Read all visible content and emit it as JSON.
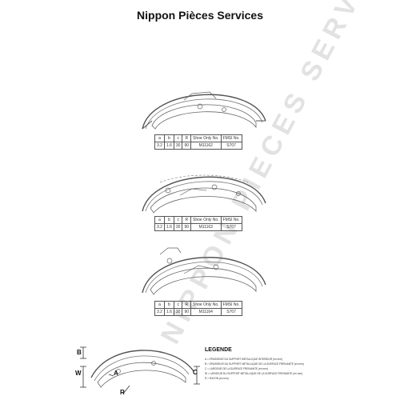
{
  "header": {
    "title": "Nippon Pièces Services"
  },
  "watermark": "NIPPON PIECES SERVICES",
  "parts": [
    {
      "headers": [
        "a",
        "b",
        "c",
        "R",
        "Shoe Only No.",
        "FMSI No."
      ],
      "values": [
        "3.2",
        "1.6",
        "30",
        "90",
        "M11162",
        "S707"
      ]
    },
    {
      "headers": [
        "a",
        "b",
        "c",
        "R",
        "Shoe Only No.",
        "FMSI No."
      ],
      "values": [
        "3.2",
        "1.6",
        "30",
        "90",
        "M11163",
        "S707"
      ]
    },
    {
      "headers": [
        "a",
        "b",
        "c",
        "R",
        "Shoe Only No.",
        "FMSI No."
      ],
      "values": [
        "3.2",
        "1.6",
        "30",
        "90",
        "M11164",
        "S707"
      ]
    }
  ],
  "legend": {
    "title": "LEGENDE",
    "lines": [
      "A = EPAISSEUR DU SUPPORT METALLIQUE INTERIEUR (en mm)",
      "B = EPAISSEUR DU SUPPORT METALLIQUE DE LA SURFACE FREINANTE (en mm)",
      "C = LARGEUR DE LA SURFACE FREINANTE (en mm)",
      "W = LARGEUR DU SUPPORT METALLIQUE DE LA SURFACE FREINANTE (en mm)",
      "R = RAYON (en mm)"
    ]
  },
  "dimensions": {
    "a": "A",
    "b": "B",
    "c": "C",
    "w": "W",
    "r": "R"
  },
  "colors": {
    "line": "#555555",
    "watermark": "#dcdcdc"
  }
}
